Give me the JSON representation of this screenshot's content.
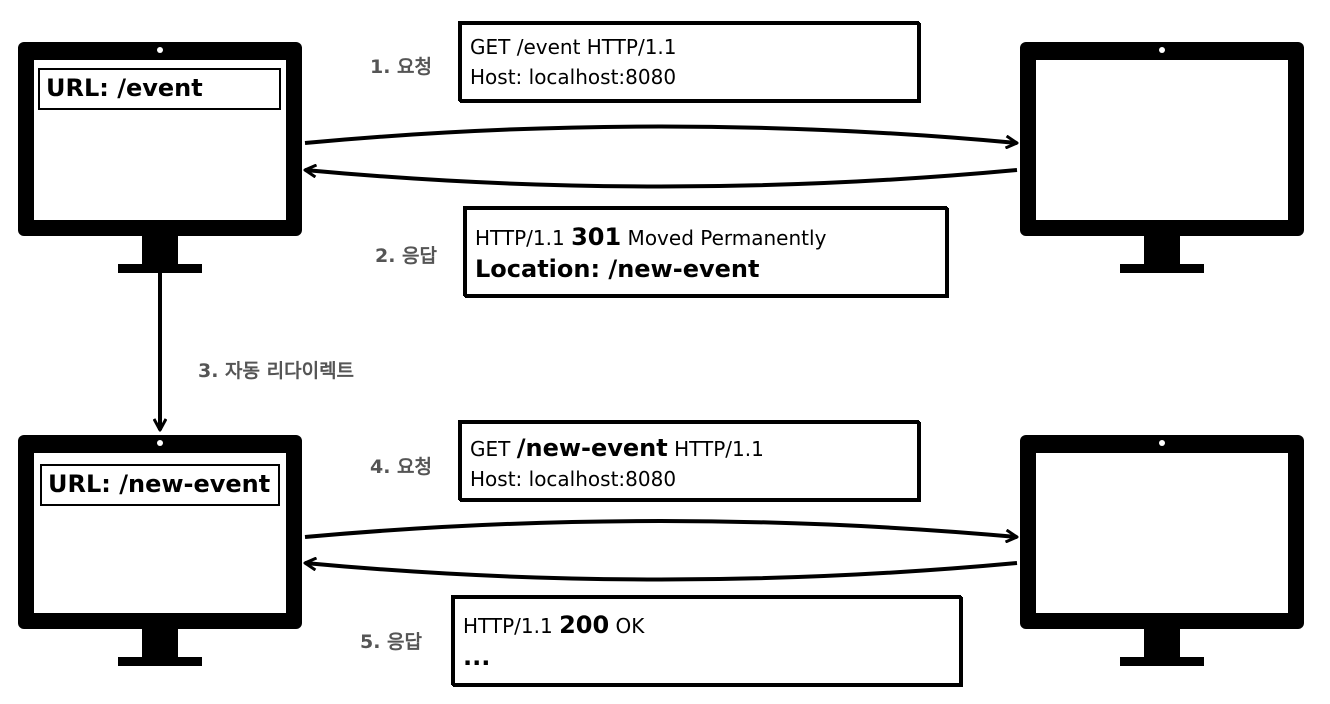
{
  "steps": [
    {
      "label": "1. 요청",
      "lines": [
        [
          "GET /event HTTP/1.1"
        ],
        [
          "Host: localhost:8080"
        ]
      ]
    },
    {
      "label": "2. 응답",
      "lines": [
        [
          "HTTP/1.1 ",
          "301",
          " Moved Permanently"
        ],
        [
          "Location: /new-event"
        ]
      ]
    },
    {
      "label": "3. 자동 리다이렉트"
    },
    {
      "label": "4. 요청",
      "lines": [
        [
          "GET ",
          "/new-event",
          " HTTP/1.1"
        ],
        [
          "Host: localhost:8080"
        ]
      ]
    },
    {
      "label": "5. 응답",
      "lines": [
        [
          "HTTP/1.1 ",
          "200",
          " OK"
        ],
        [
          "..."
        ]
      ]
    }
  ],
  "client": {
    "top_url": "URL: /event",
    "bottom_url": "URL: /new-event"
  },
  "colors": {
    "ink": "#000000",
    "label": "#555555",
    "background": "#ffffff"
  },
  "icons": [
    "monitor-icon",
    "arrow-right-icon",
    "arrow-left-icon",
    "arrow-down-icon"
  ]
}
